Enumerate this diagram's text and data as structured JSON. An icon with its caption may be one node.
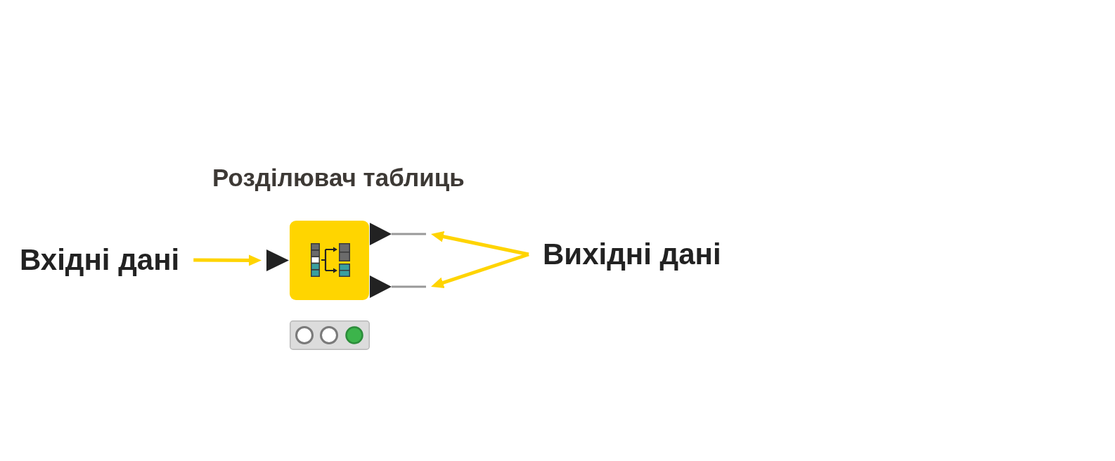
{
  "diagram": {
    "nodes": [
      {
        "text": [
          "Розділювач таблиць"
        ]
      },
      {
        "text": [
          "Вхідні дані"
        ]
      },
      {
        "text": [
          "Вихідні дані"
        ]
      },
      {
        "text": [],
        "shape": "triangle"
      },
      {
        "text": [],
        "shape": "triangle"
      },
      {
        "text": [],
        "shape": "triangle"
      }
    ],
    "edges": [
      {
        "from": 1,
        "to": 3,
        "arrow": "to"
      },
      {
        "from": 2,
        "to": 4,
        "arrow": "to"
      },
      {
        "from": 2,
        "to": 5,
        "arrow": "to"
      }
    ]
  }
}
